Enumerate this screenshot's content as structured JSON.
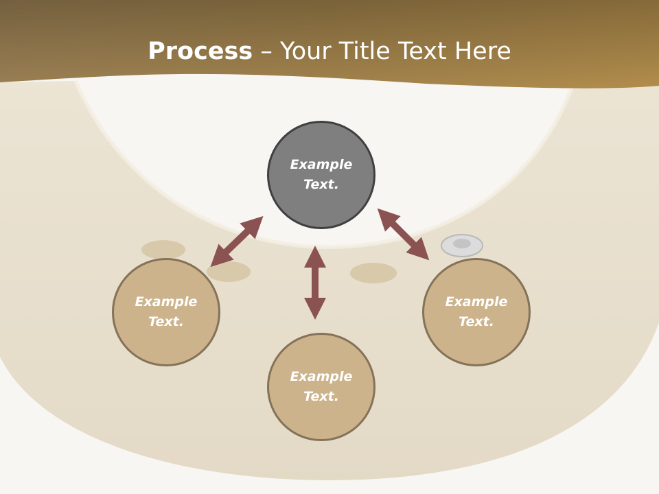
{
  "title": {
    "bold": "Process",
    "rest": " – Your Title Text Here"
  },
  "nodes": {
    "top": {
      "line1": "Example",
      "line2": "Text."
    },
    "left": {
      "line1": "Example",
      "line2": "Text."
    },
    "bottom": {
      "line1": "Example",
      "line2": "Text."
    },
    "right": {
      "line1": "Example",
      "line2": "Text."
    }
  },
  "colors": {
    "header_gold": "#a98a4c",
    "center_fill": "#7f7f7f",
    "node_fill": "#ccb38b",
    "arrow": "#8b5252"
  }
}
